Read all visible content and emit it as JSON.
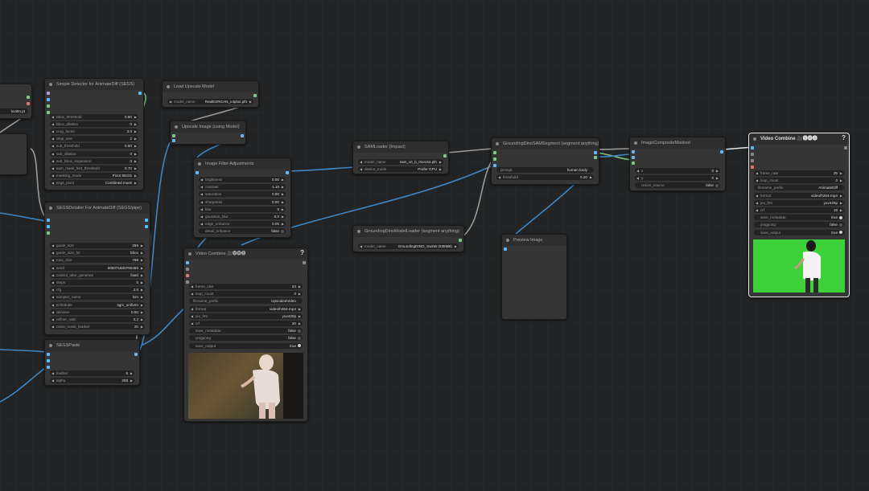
{
  "colors": {
    "image": "#64b5f6",
    "mask": "#81c784",
    "segs": "#4fc3f7",
    "model": "#b39ddb",
    "link_gray": "#9a9a9a",
    "link_blue": "#3d86c6",
    "link_green": "#7dc47d"
  },
  "partial_left": {
    "model_value": "lov8m.pt"
  },
  "simple_detector": {
    "title": "Simple Detector for AnimateDiff (SEGS)",
    "widgets": [
      {
        "name": "bbox_threshold",
        "value": "0.50"
      },
      {
        "name": "bbox_dilation",
        "value": "0"
      },
      {
        "name": "crop_factor",
        "value": "3.0"
      },
      {
        "name": "drop_size",
        "value": "2"
      },
      {
        "name": "sub_threshold",
        "value": "0.50"
      },
      {
        "name": "sub_dilation",
        "value": "0"
      },
      {
        "name": "sub_bbox_expansion",
        "value": "0"
      },
      {
        "name": "sam_mask_hint_threshold",
        "value": "0.70"
      },
      {
        "name": "masking_mode",
        "value": "Pivot SEGS"
      },
      {
        "name": "segs_pivot",
        "value": "Combined mask"
      }
    ]
  },
  "detailer": {
    "title": "SEGSDetailer For AnimateDiff (SEGS/pipe)",
    "widgets": [
      {
        "name": "guide_size",
        "value": "256"
      },
      {
        "name": "guide_size_for",
        "value": "bbox"
      },
      {
        "name": "max_size",
        "value": "768"
      },
      {
        "name": "seed",
        "value": "585071830760466"
      },
      {
        "name": "control_after_generate",
        "value": "fixed"
      },
      {
        "name": "steps",
        "value": "5"
      },
      {
        "name": "cfg",
        "value": "2.0"
      },
      {
        "name": "sampler_name",
        "value": "lcm"
      },
      {
        "name": "scheduler",
        "value": "sgm_uniform"
      },
      {
        "name": "denoise",
        "value": "0.50"
      },
      {
        "name": "refiner_ratio",
        "value": "0.2"
      },
      {
        "name": "noise_mask_feather",
        "value": "20"
      }
    ]
  },
  "segs_paste": {
    "title": "SEGSPaste",
    "widgets": [
      {
        "name": "feather",
        "value": "5"
      },
      {
        "name": "alpha",
        "value": "255"
      }
    ]
  },
  "load_upscale": {
    "title": "Load Upscale Model",
    "widgets": [
      {
        "name": "model_name",
        "value": "RealESRGAN_x4plus.pth"
      }
    ]
  },
  "upscale_image": {
    "title": "Upscale Image (using Model)"
  },
  "image_filter": {
    "title": "Image Filter Adjustments",
    "widgets": [
      {
        "name": "brightness",
        "value": "0.00"
      },
      {
        "name": "contrast",
        "value": "1.10"
      },
      {
        "name": "saturation",
        "value": "0.90"
      },
      {
        "name": "sharpness",
        "value": "0.00"
      },
      {
        "name": "blur",
        "value": "0"
      },
      {
        "name": "gaussian_blur",
        "value": "0.0"
      },
      {
        "name": "edge_enhance",
        "value": "0.05"
      },
      {
        "name": "detail_enhance",
        "value": "false"
      }
    ]
  },
  "video_combine_1": {
    "title": "Video Combine 🎥🅥🅗🅢",
    "widgets": [
      {
        "name": "frame_rate",
        "value": "24"
      },
      {
        "name": "loop_count",
        "value": "0"
      },
      {
        "name": "filename_prefix",
        "value": "UpscaledVideo"
      },
      {
        "name": "format",
        "value": "video/h264-mp4"
      },
      {
        "name": "pix_fmt",
        "value": "yuv420p"
      },
      {
        "name": "crf",
        "value": "20"
      },
      {
        "name": "save_metadata",
        "value": "false"
      },
      {
        "name": "pingpong",
        "value": "false"
      },
      {
        "name": "save_output",
        "value": "true"
      }
    ]
  },
  "sam_loader": {
    "title": "SAMLoader (Impact)",
    "widgets": [
      {
        "name": "model_name",
        "value": "sam_vit_b_01ec64.pth"
      },
      {
        "name": "device_mode",
        "value": "Prefer GPU"
      }
    ]
  },
  "gd_model_loader": {
    "title": "GroundingDinoModelLoader (segment anything)",
    "widgets": [
      {
        "name": "model_name",
        "value": "GroundingDINO_SwinB (938MB)"
      }
    ]
  },
  "gd_sam_segment": {
    "title": "GroundingDinoSAMSegment (segment anything)",
    "widgets": [
      {
        "name": "prompt",
        "value": "human body"
      },
      {
        "name": "threshold",
        "value": "0.20"
      }
    ]
  },
  "preview_image": {
    "title": "Preview Image"
  },
  "composite_masked": {
    "title": "ImageCompositeMasked",
    "widgets": [
      {
        "name": "x",
        "value": "0"
      },
      {
        "name": "y",
        "value": "0"
      },
      {
        "name": "resize_source",
        "value": "false"
      }
    ]
  },
  "video_combine_2": {
    "title": "Video Combine 🎥🅥🅗🅢",
    "widgets": [
      {
        "name": "frame_rate",
        "value": "25"
      },
      {
        "name": "loop_count",
        "value": "0"
      },
      {
        "name": "filename_prefix",
        "value": "AnimateDiff"
      },
      {
        "name": "format",
        "value": "video/h264-mp4"
      },
      {
        "name": "pix_fmt",
        "value": "yuv420p"
      },
      {
        "name": "crf",
        "value": "19"
      },
      {
        "name": "save_metadata",
        "value": "true"
      },
      {
        "name": "pingpong",
        "value": "false"
      },
      {
        "name": "save_output",
        "value": "true"
      }
    ]
  }
}
